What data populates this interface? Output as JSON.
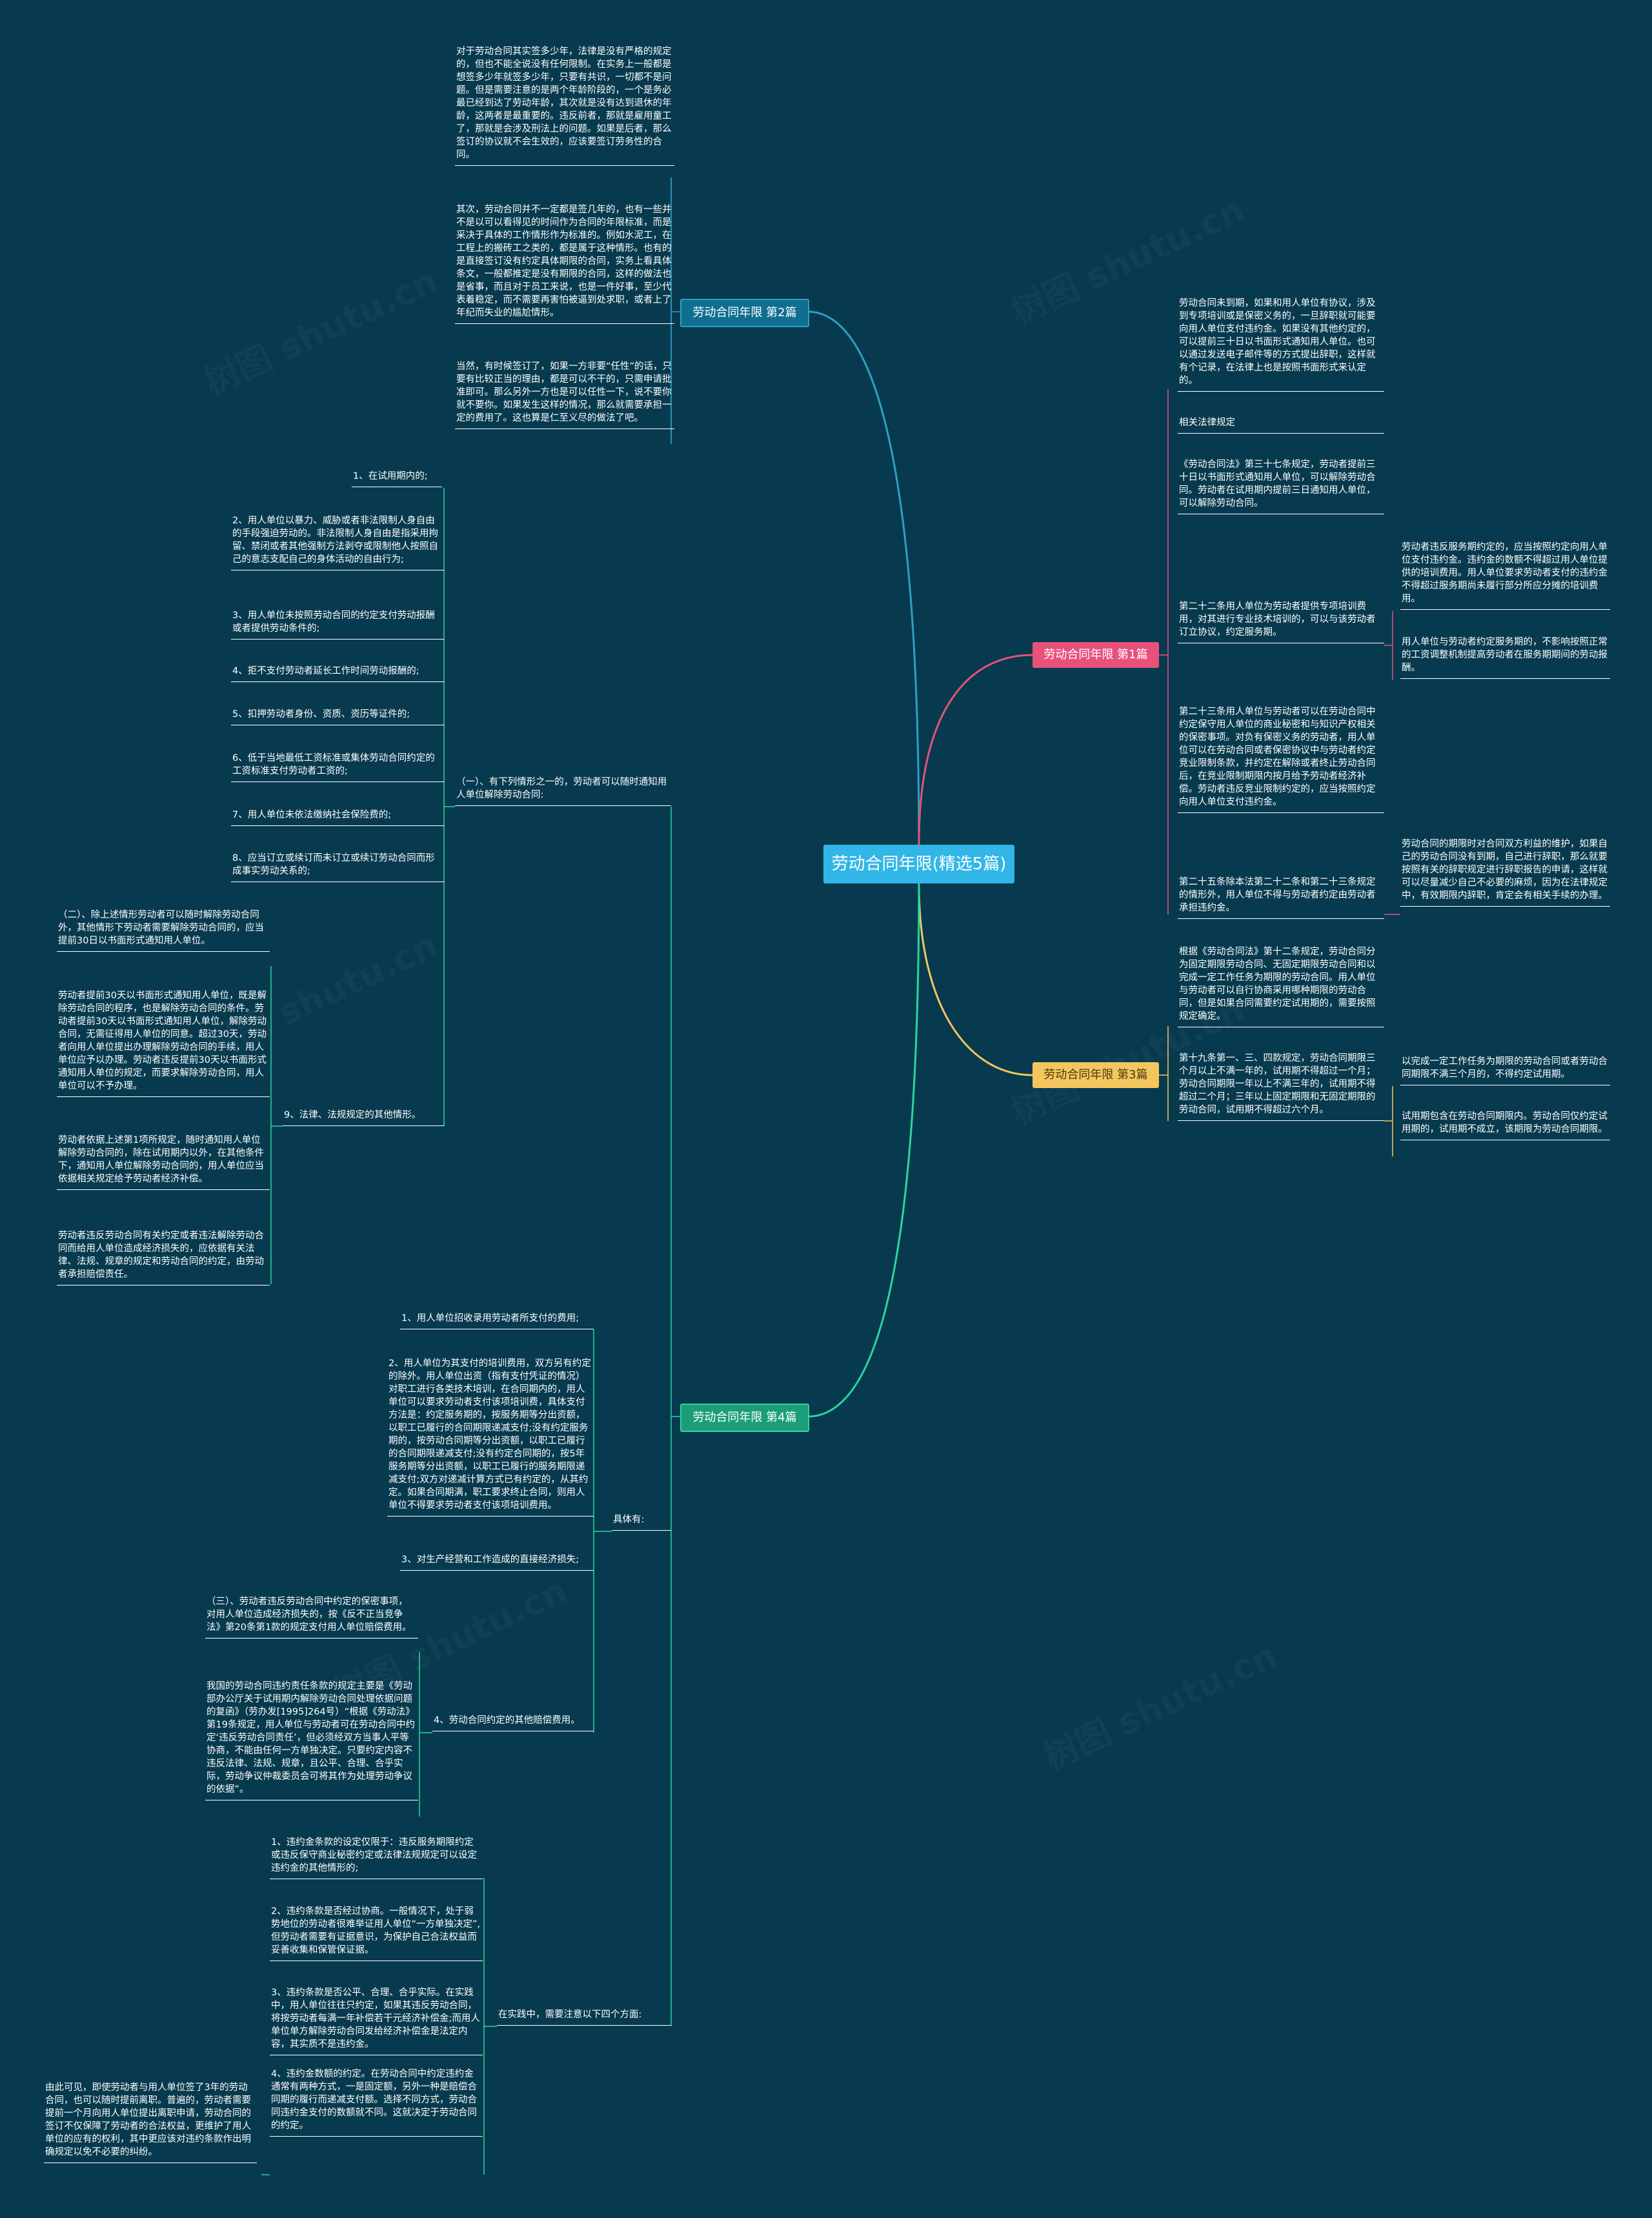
{
  "root": "劳动合同年限(精选5篇)",
  "colors": {
    "background": "#073a4e",
    "root": "#32b6e8",
    "branch1": "#e8517a",
    "branch2": "#2f9fc4",
    "branch3": "#f5c65d",
    "branch4": "#2ad69e"
  },
  "b1": {
    "label": "劳动合同年限 第1篇",
    "t1": "劳动合同未到期，如果和用人单位有协议，涉及到专项培训或是保密义务的，一旦辞职就可能要向用人单位支付违约金。如果没有其他约定的，可以提前三十日以书面形式通知用人单位。也可以通过发送电子邮件等的方式提出辞职，这样就有个记录，在法律上也是按照书面形式来认定的。",
    "t2": "相关法律规定",
    "t3": "《劳动合同法》第三十七条规定，劳动者提前三十日以书面形式通知用人单位，可以解除劳动合同。劳动者在试用期内提前三日通知用人单位，可以解除劳动合同。",
    "t4": "第二十二条用人单位为劳动者提供专项培训费用，对其进行专业技术培训的，可以与该劳动者订立协议，约定服务期。",
    "t4a": "劳动者违反服务期约定的，应当按照约定向用人单位支付违约金。违约金的数额不得超过用人单位提供的培训费用。用人单位要求劳动者支付的违约金不得超过服务期尚未履行部分所应分摊的培训费用。",
    "t4b": "用人单位与劳动者约定服务期的，不影响按照正常的工资调整机制提高劳动者在服务期期间的劳动报酬。",
    "t5": "第二十三条用人单位与劳动者可以在劳动合同中约定保守用人单位的商业秘密和与知识产权相关的保密事项。对负有保密义务的劳动者，用人单位可以在劳动合同或者保密协议中与劳动者约定竞业限制条款，并约定在解除或者终止劳动合同后，在竞业限制期限内按月给予劳动者经济补偿。劳动者违反竞业限制约定的，应当按照约定向用人单位支付违约金。",
    "t6": "第二十五条除本法第二十二条和第二十三条规定的情形外，用人单位不得与劳动者约定由劳动者承担违约金。",
    "t6a": "劳动合同的期限时对合同双方利益的维护，如果自己的劳动合同没有到期，自己进行辞职，那么就要按照有关的辞职规定进行辞职报告的申请，这样就可以尽量减少自己不必要的麻烦，因为在法律规定中，有效期限内辞职，肯定会有相关手续的办理。"
  },
  "b2": {
    "label": "劳动合同年限 第2篇",
    "t1": "对于劳动合同其实签多少年，法律是没有严格的规定的，但也不能全说没有任何限制。在实务上一般都是想签多少年就签多少年，只要有共识，一切都不是问题。但是需要注意的是两个年龄阶段的，一个是务必最已经到达了劳动年龄，其次就是没有达到退休的年龄，这两者是最重要的。违反前者，那就是雇用童工了，那就是会涉及刑法上的问题。如果是后者，那么签订的协议就不会生效的，应该要签订劳务性的合同。",
    "t2": "其次，劳动合同并不一定都是签几年的，也有一些并不是以可以看得见的时间作为合同的年限标准，而是采决于具体的工作情形作为标准的。例如水泥工，在工程上的搬砖工之类的，都是属于这种情形。也有的是直接签订没有约定具体期限的合同，实务上看具体条文，一般都推定是没有期限的合同，这样的做法也是省事，而且对于员工来说，也是一件好事，至少代表着稳定，而不需要再害怕被逼到处求职，或者上了年纪而失业的尴尬情形。",
    "t3": "当然，有时候签订了，如果一方非要“任性”的话，只要有比较正当的理由，都是可以不干的，只需申请批准即可。那么另外一方也是可以任性一下，说不要你就不要你。如果发生这样的情况，那么就需要承担一定的费用了。这也算是仁至义尽的做法了吧。"
  },
  "b3": {
    "label": "劳动合同年限 第3篇",
    "t1": "根据《劳动合同法》第十二条规定，劳动合同分为固定期限劳动合同、无固定期限劳动合同和以完成一定工作任务为期限的劳动合同。用人单位与劳动者可以自行协商采用哪种期限的劳动合同，但是如果合同需要约定试用期的，需要按照规定确定。",
    "t2": "第十九条第一、三、四款规定，劳动合同期限三个月以上不满一年的，试用期不得超过一个月；劳动合同期限一年以上不满三年的，试用期不得超过二个月；三年以上固定期限和无固定期限的劳动合同，试用期不得超过六个月。",
    "t2a": "以完成一定工作任务为期限的劳动合同或者劳动合同期限不满三个月的，不得约定试用期。",
    "t2b": "试用期包含在劳动合同期限内。劳动合同仅约定试用期的，试用期不成立，该期限为劳动合同期限。"
  },
  "b2x": {
    "intro": "（一）、有下列情形之一的，劳动者可以随时通知用人单位解除劳动合同:",
    "i1": "1、在试用期内的;",
    "i2": "2、用人单位以暴力、威胁或者非法限制人身自由的手段强迫劳动的。非法限制人身自由是指采用拘留、禁闭或者其他强制方法剥夺或限制他人按照自己的意志支配自己的身体活动的自由行为;",
    "i3": "3、用人单位未按照劳动合同的约定支付劳动报酬或者提供劳动条件的;",
    "i4": "4、拒不支付劳动者延长工作时间劳动报酬的;",
    "i5": "5、扣押劳动者身份、资质、资历等证件的;",
    "i6": "6、低于当地最低工资标准或集体劳动合同约定的工资标准支付劳动者工资的;",
    "i7": "7、用人单位未依法缴纳社会保险费的;",
    "i8": "8、应当订立或续订而未订立或续订劳动合同而形成事实劳动关系的;",
    "i9": "9、法律、法规规定的其他情形。",
    "i9a": "（二）、除上述情形劳动者可以随时解除劳动合同外，其他情形下劳动者需要解除劳动合同的，应当提前30日以书面形式通知用人单位。",
    "i9b": "劳动者提前30天以书面形式通知用人单位，既是解除劳动合同的程序，也是解除劳动合同的条件。劳动者提前30天以书面形式通知用人单位，解除劳动合同，无需征得用人单位的同意。超过30天，劳动者向用人单位提出办理解除劳动合同的手续，用人单位应予以办理。劳动者违反提前30天以书面形式通知用人单位的规定，而要求解除劳动合同，用人单位可以不予办理。",
    "i9c": "劳动者依据上述第1项所规定，随时通知用人单位解除劳动合同的，除在试用期内以外，在其他条件下，通知用人单位解除劳动合同的，用人单位应当依据相关规定给予劳动者经济补偿。",
    "i9d": "劳动者违反劳动合同有关约定或者违法解除劳动合同而给用人单位造成经济损失的，应依据有关法律、法规、规章的规定和劳动合同的约定，由劳动者承担赔偿责任。"
  },
  "b4": {
    "label": "劳动合同年限 第4篇",
    "j": "具体有:",
    "j1": "1、用人单位招收录用劳动者所支付的费用;",
    "j2": "2、用人单位为其支付的培训费用，双方另有约定的除外。用人单位出资（指有支付凭证的情况）对职工进行各类技术培训，在合同期内的，用人单位可以要求劳动者支付该项培训费，具体支付方法是：约定服务期的，按服务期等分出资额，以职工已履行的合同期限递减支付;没有约定服务期的，按劳动合同期等分出资额，以职工已履行的合同期限递减支付;没有约定合同期的，按5年服务期等分出资额，以职工已履行的服务期限递减支付;双方对递减计算方式已有约定的，从其约定。如果合同期满，职工要求终止合同，则用人单位不得要求劳动者支付该项培训费用。",
    "j3": "3、对生产经营和工作造成的直接经济损失;",
    "j4": "4、劳动合同约定的其他赔偿费用。",
    "j4a": "（三）、劳动者违反劳动合同中约定的保密事项，对用人单位造成经济损失的，按《反不正当竞争法》第20条第1款的规定支付用人单位赔偿费用。",
    "j4b": "我国的劳动合同违约责任条款的规定主要是《劳动部办公厅关于试用期内解除劳动合同处理依据问题的复函》（劳办发[1995]264号）“根据《劳动法》第19条规定，用人单位与劳动者可在劳动合同中约定‘违反劳动合同责任’，但必须经双方当事人平等协商，不能由任何一方单独决定。只要约定内容不违反法律、法规、规章，且公平、合理、合乎实际，劳动争议仲裁委员会可将其作为处理劳动争议的依据”。",
    "k": "在实践中，需要注意以下四个方面:",
    "k1": "1、违约金条款的设定仅限于：违反服务期限约定或违反保守商业秘密约定或法律法规规定可以设定违约金的其他情形的;",
    "k2": "2、违约条款是否经过协商。一般情况下，处于弱势地位的劳动者很难举证用人单位“一方单独决定”,但劳动者需要有证据意识，为保护自己合法权益而妥善收集和保管保证据。",
    "k3": "3、违约条款是否公平、合理、合乎实际。在实践中，用人单位往往只约定，如果其违反劳动合同，将按劳动者每满一年补偿若干元经济补偿金;而用人单位单方解除劳动合同发给经济补偿金是法定内容，其实质不是违约金。",
    "k4": "4、违约金数额的约定。在劳动合同中约定违约金通常有两种方式，一是固定额，另外一种是赔偿合同期的履行而递减支付额。选择不同方式，劳动合同违约金支付的数额就不同。这就决定于劳动合同的约定。",
    "k4a": "由此可见，即使劳动者与用人单位签了3年的劳动合同，也可以随时提前离职。普遍的，劳动者需要提前一个月向用人单位提出离职申请，劳动合同的签订不仅保障了劳动者的合法权益，更维护了用人单位的应有的权利，其中更应该对违约条款作出明确规定以免不必要的纠纷。"
  }
}
